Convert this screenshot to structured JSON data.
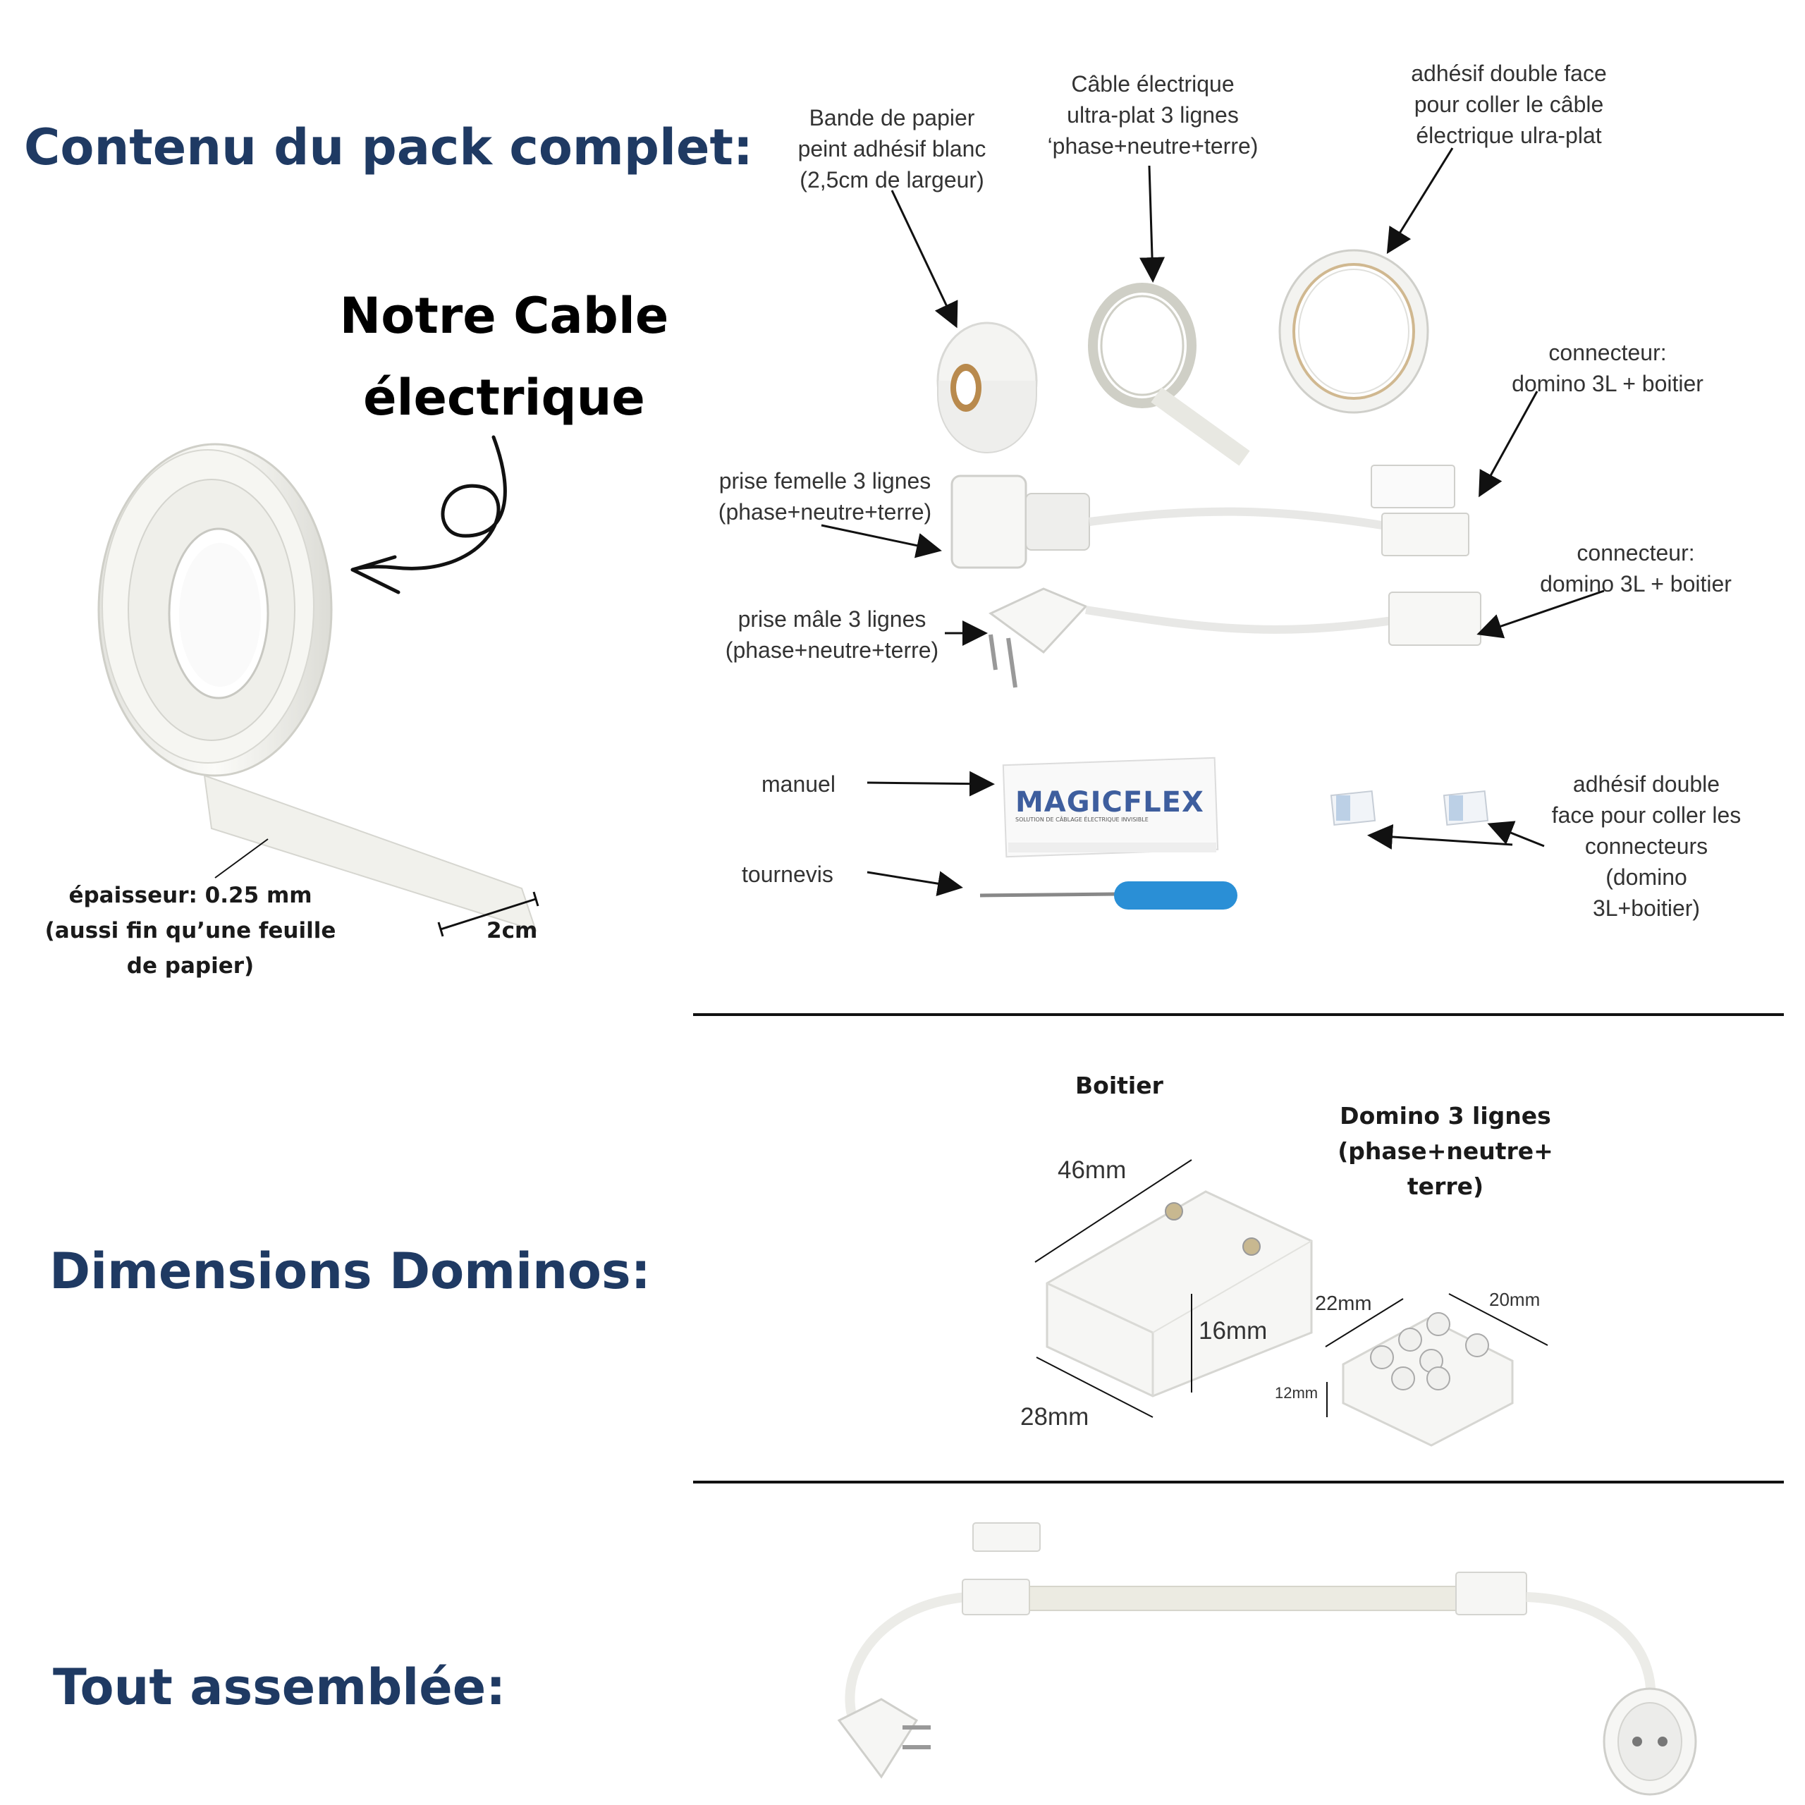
{
  "headings": {
    "pack": "Contenu du pack complet:",
    "cable_line1": "Notre Cable",
    "cable_line2": "électrique",
    "dimensions": "Dimensions Dominos:",
    "assembled": "Tout assemblée:"
  },
  "cable_annotations": {
    "thickness_line1": "épaisseur: 0.25 mm",
    "thickness_line2": "(aussi fin qu’une feuille",
    "thickness_line3": "de papier)",
    "width": "2cm"
  },
  "pack_labels": {
    "paper_band": [
      "Bande de papier",
      "peint adhésif blanc",
      "(2,5cm de largeur)"
    ],
    "flat_cable": [
      "Câble électrique",
      "ultra-plat 3 lignes",
      "‘phase+neutre+terre)"
    ],
    "double_tape": [
      "adhésif double face",
      "pour coller le câble",
      "électrique ulra-plat"
    ],
    "connector_1": [
      "connecteur:",
      "domino 3L + boitier"
    ],
    "female_plug": [
      "prise femelle 3 lignes",
      "(phase+neutre+terre)"
    ],
    "connector_2": [
      "connecteur:",
      "domino 3L + boitier"
    ],
    "male_plug": [
      "prise mâle 3 lignes",
      "(phase+neutre+terre)"
    ],
    "manual": "manuel",
    "screwdriver": "tournevis",
    "connector_tape": [
      "adhésif double",
      "face pour coller les",
      "connecteurs",
      "(domino",
      "3L+boitier)"
    ],
    "manual_brand": "MAGICFLEX",
    "manual_subtitle": "SOLUTION DE CÂBLAGE ÉLECTRIQUE INVISIBLE"
  },
  "dimensions": {
    "boitier_title": "Boitier",
    "domino_title": [
      "Domino 3 lignes",
      "(phase+neutre+",
      "terre)"
    ],
    "boitier_length": "46mm",
    "boitier_height": "16mm",
    "boitier_width": "28mm",
    "domino_length": "22mm",
    "domino_width": "20mm",
    "domino_height": "12mm"
  },
  "colors": {
    "heading_blue": "#1f3a63",
    "screwdriver_blue": "#2a8fd6",
    "rule": "#111111"
  }
}
